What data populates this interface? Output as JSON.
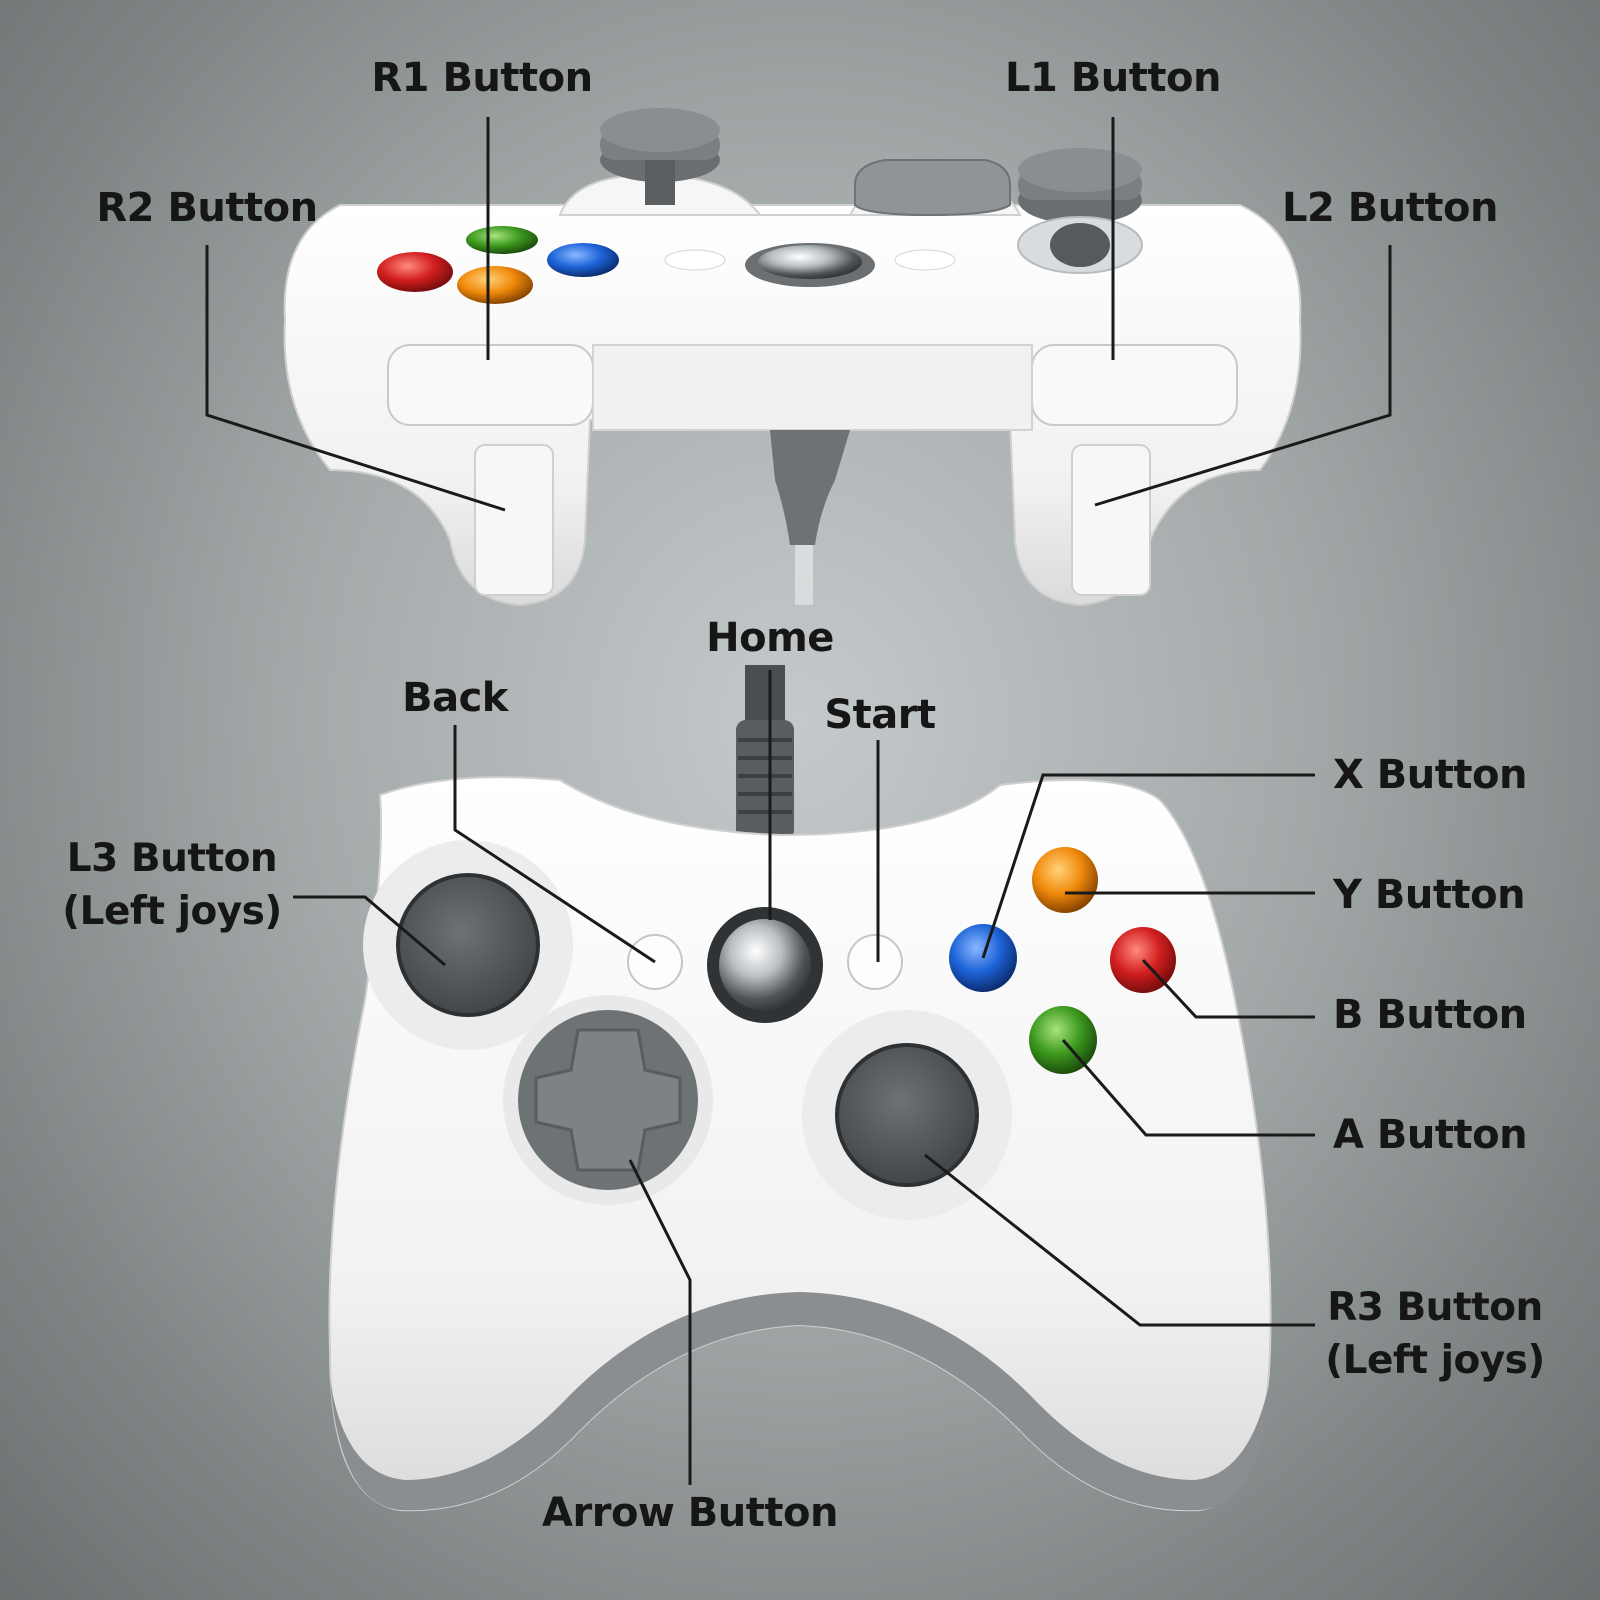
{
  "labels": {
    "r1": "R1 Button",
    "l1": "L1 Button",
    "r2": "R2 Button",
    "l2": "L2 Button",
    "home": "Home",
    "back": "Back",
    "start": "Start",
    "x": "X Button",
    "y": "Y Button",
    "b": "B Button",
    "a": "A Button",
    "l3_line1": "L3 Button",
    "l3_line2": "(Left joys)",
    "r3_line1": "R3 Button",
    "r3_line2": "(Left joys)",
    "arrow": "Arrow Button"
  },
  "colors": {
    "button_red": "#d21f1f",
    "button_green": "#3d9a1e",
    "button_blue": "#1d63d8",
    "button_orange": "#f08a0c",
    "controller_body": "#f4f4f4",
    "stick_gray": "#55595c",
    "leader_line": "#1a1a1a"
  },
  "icons": {
    "controller_top": "gamepad-top-view-icon",
    "controller_front": "gamepad-front-view-icon"
  }
}
